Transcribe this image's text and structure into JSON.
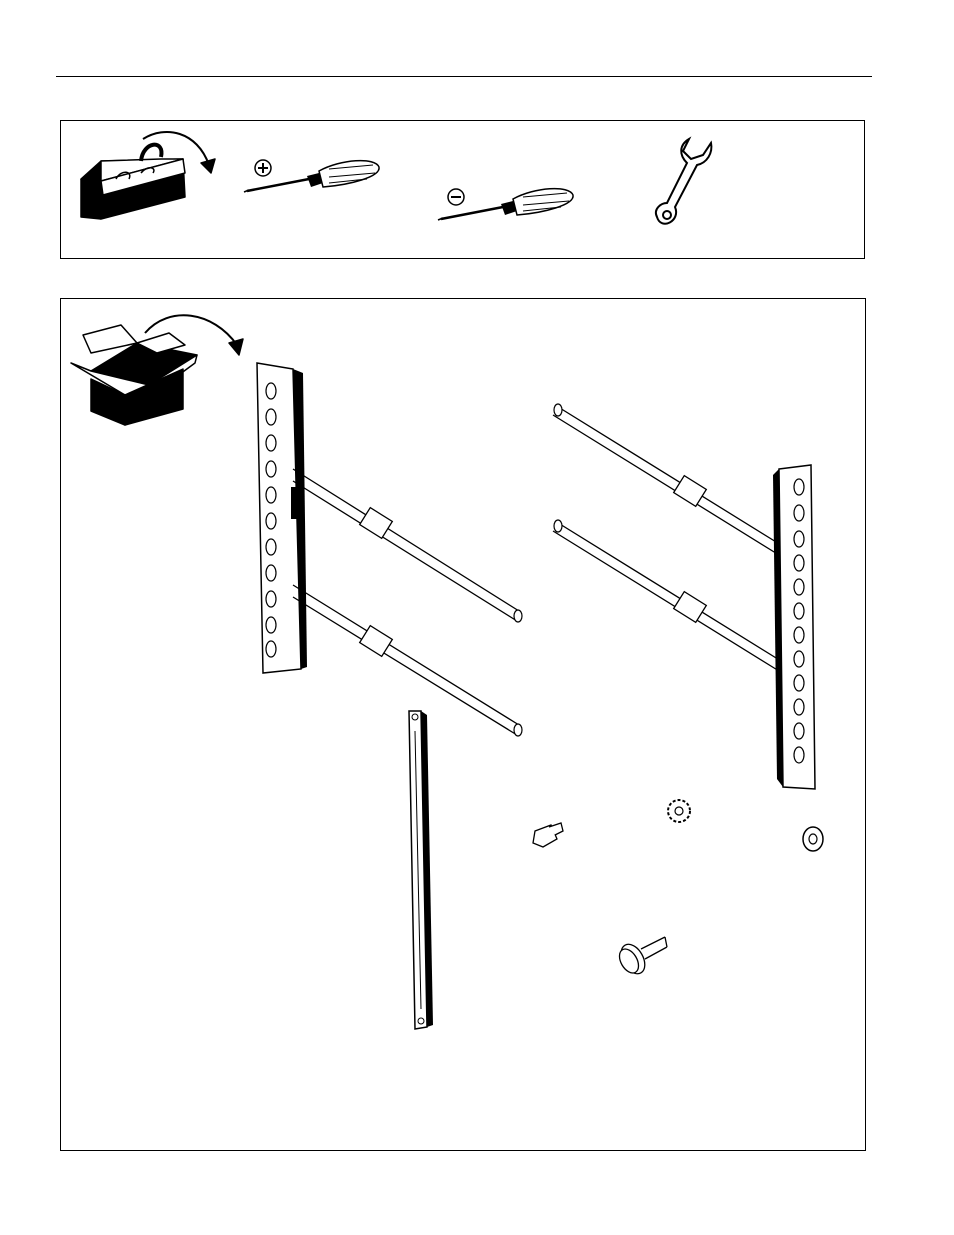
{
  "page": {
    "sections": [
      {
        "name": "tools-required",
        "icons": [
          "toolbox-icon",
          "phillips-screwdriver-icon",
          "flathead-screwdriver-icon",
          "wrench-icon"
        ]
      },
      {
        "name": "parts-supplied",
        "icons": [
          "open-box-icon",
          "left-bracket-with-arms",
          "right-bracket-with-arms",
          "vertical-rail",
          "hex-bolt",
          "lock-washer",
          "flat-washer",
          "knob-screw"
        ]
      }
    ],
    "colors": {
      "ink": "#000000",
      "paper": "#ffffff",
      "shade": "#d9d9d9"
    }
  }
}
